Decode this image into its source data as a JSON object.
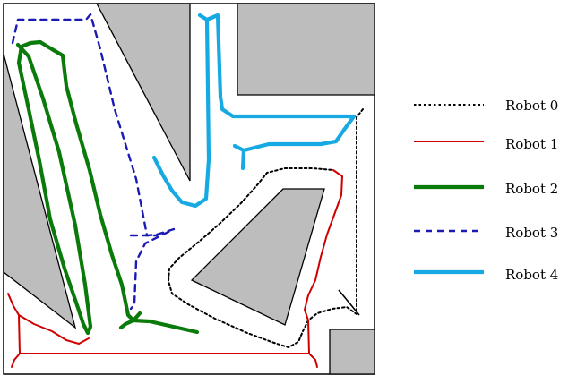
{
  "legend": {
    "robot0": "Robot  0",
    "robot1": "Robot  1",
    "robot2": "Robot  2",
    "robot3": "Robot  3",
    "robot4": "Robot  4"
  },
  "colors": {
    "robot0": "#000000",
    "robot1": "#d00000",
    "robot2": "#0a7a0a",
    "robot3": "#1a1ab4",
    "robot4": "#16a9e2",
    "obstacle": "#bdbdbd"
  }
}
